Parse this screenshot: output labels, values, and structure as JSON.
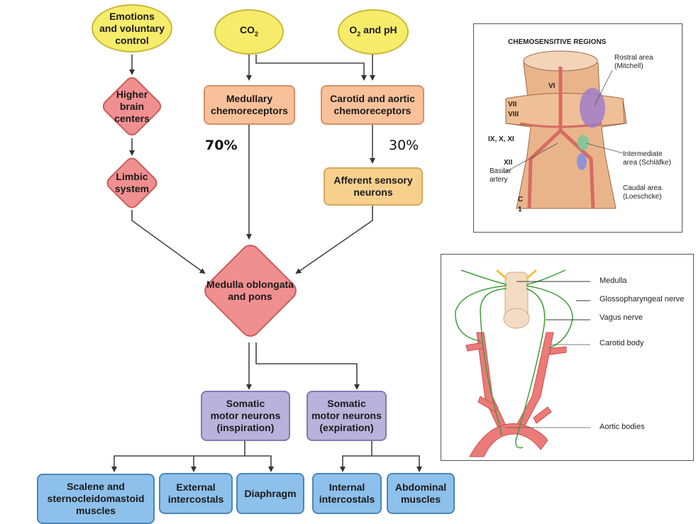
{
  "flowchart": {
    "inputs": {
      "emotions": "Emotions and voluntary control",
      "co2": "CO",
      "co2_sub": "2",
      "o2": "O",
      "o2_sub": "2",
      "o2_rest": " and pH"
    },
    "emotions_lines": [
      "Emotions",
      "and voluntary",
      "control"
    ],
    "higher_brain_lines": [
      "Higher",
      "brain",
      "centers"
    ],
    "limbic_lines": [
      "Limbic",
      "system"
    ],
    "medullary_lines": [
      "Medullary",
      "chemoreceptors"
    ],
    "carotid_lines": [
      "Carotid and aortic",
      "chemoreceptors"
    ],
    "afferent_lines": [
      "Afferent sensory",
      "neurons"
    ],
    "medulla_lines": [
      "Medulla oblongata",
      "and pons"
    ],
    "somatic_insp_lines": [
      "Somatic",
      "motor neurons",
      "(inspiration)"
    ],
    "somatic_exp_lines": [
      "Somatic",
      "motor neurons",
      "(expiration)"
    ],
    "muscles": {
      "scalene_lines": [
        "Scalene and",
        "sternocleidomastoid",
        "muscles"
      ],
      "external_lines": [
        "External",
        "intercostals"
      ],
      "diaphragm_lines": [
        "Diaphragm"
      ],
      "internal_lines": [
        "Internal",
        "intercostals"
      ],
      "abdominal_lines": [
        "Abdominal",
        "muscles"
      ]
    },
    "percent_medullary": "70%",
    "percent_peripheral": "30%"
  },
  "chemosensitive_panel": {
    "title": "CHEMOSENSITIVE REGIONS",
    "rostral": [
      "Rostral area",
      "(Mitchell)"
    ],
    "intermediate": [
      "Intermediate",
      "area (Schläfke)"
    ],
    "caudal": [
      "Caudal area",
      "(Loeschcke)"
    ],
    "basilar": [
      "Basilar",
      "artery"
    ],
    "cranial_nerves": {
      "vi": "VI",
      "vii": "VII",
      "viii": "VIII",
      "ix_x_xi": "IX, X, XI",
      "xii": "XII",
      "c": "C",
      "one": "1"
    }
  },
  "nerve_panel": {
    "labels": {
      "medulla": "Medulla",
      "glossopharyngeal": "Glossopharyngeal nerve",
      "vagus": "Vagus nerve",
      "carotid_body": "Carotid body",
      "aortic_bodies": "Aortic bodies"
    }
  },
  "colors": {
    "oval": "#f7ec6a",
    "diamond": "#f08f8f",
    "chemoreceptor_box": "#f9c19a",
    "afferent_box": "#f8d08e",
    "motor_box": "#b9b2db",
    "muscle_box": "#8dc0ea",
    "nerve_green": "#3f9e3a",
    "artery_red": "#e8686a"
  }
}
